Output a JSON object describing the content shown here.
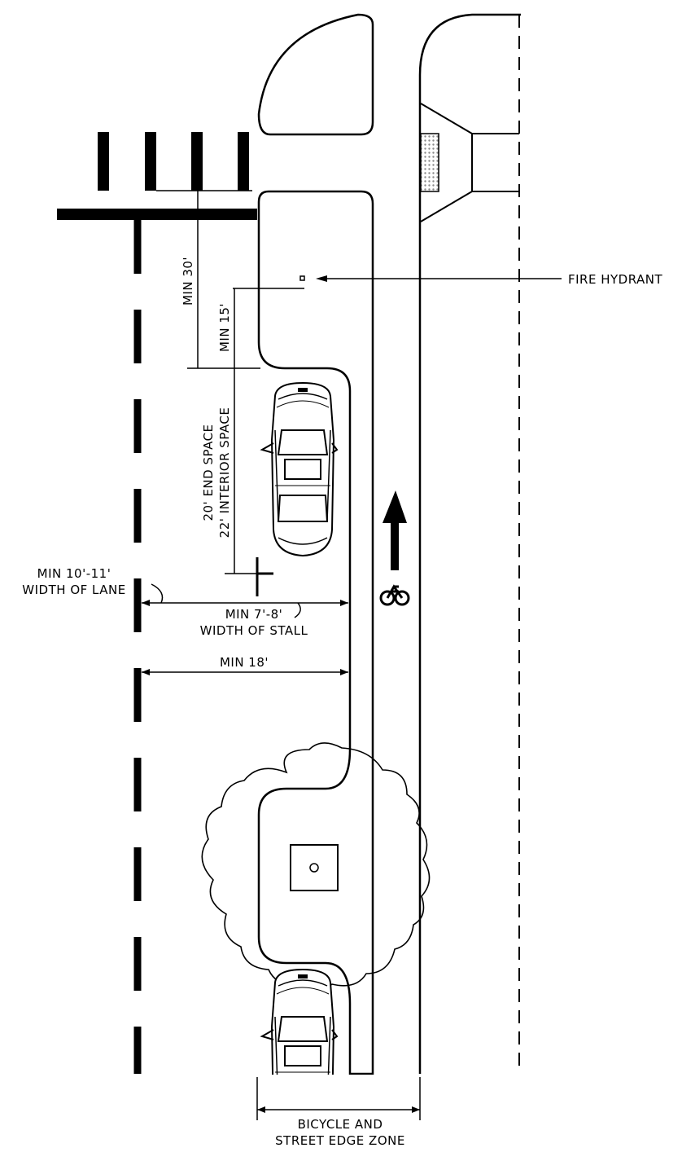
{
  "labels": {
    "fire_hydrant": "FIRE HYDRANT",
    "min_30": "MIN 30'",
    "min_15": "MIN 15'",
    "end_space": "20' END SPACE",
    "interior_space": "22' INTERIOR SPACE",
    "lane_line1": "MIN 10'-11'",
    "lane_line2": "WIDTH OF LANE",
    "stall_line1": "MIN 7'-8'",
    "stall_line2": "WIDTH OF STALL",
    "min_18": "MIN 18'",
    "zone_line1": "BICYCLE AND",
    "zone_line2": "STREET EDGE ZONE"
  },
  "icons": {
    "arrow": "north-arrow-icon",
    "bicycle": "bicycle-icon",
    "car": "car-icon",
    "tree": "tree-canopy-icon",
    "hydrant": "fire-hydrant-icon"
  },
  "colors": {
    "ink": "#000000",
    "paper": "#ffffff",
    "texture": "#9a9a9a"
  }
}
